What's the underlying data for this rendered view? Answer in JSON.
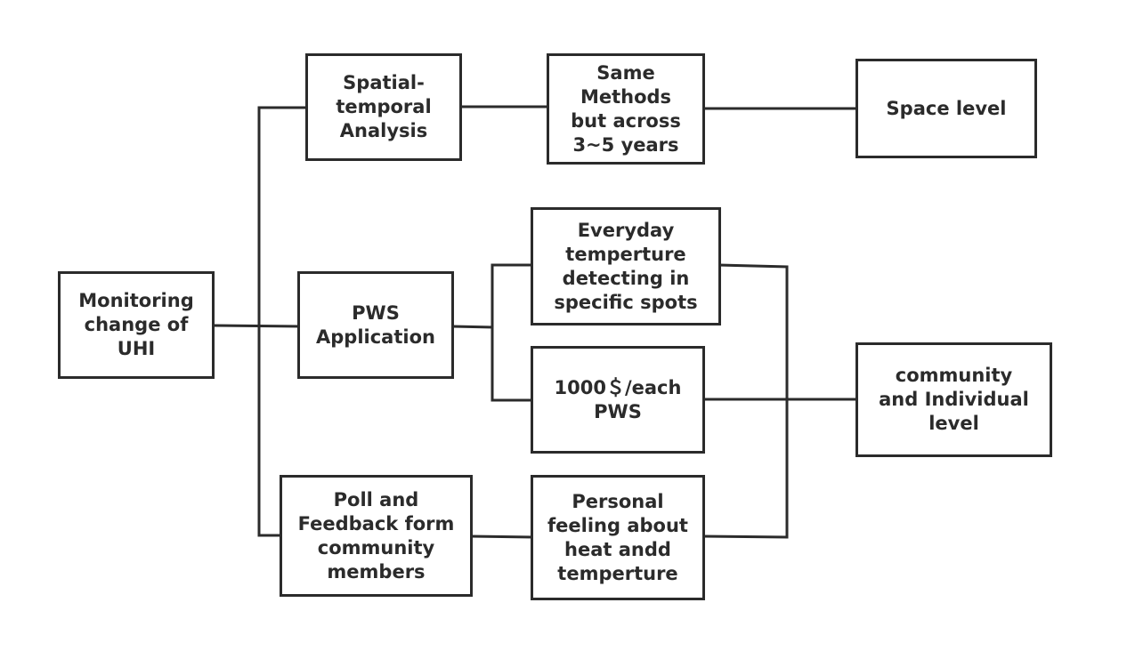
{
  "diagram": {
    "nodes": {
      "monitoring": "Monitoring\nchange of\nUHI",
      "spatial": "Spatial-\ntemporal\nAnalysis",
      "same_methods": "Same\nMethods\nbut across\n3~5 years",
      "space_level": "Space level",
      "pws_app": "PWS\nApplication",
      "everyday": "Everyday\ntemperture\ndetecting  in\nspecific spots",
      "cost": "1000＄/each\nPWS",
      "community_level": "community\nand Individual\nlevel",
      "poll": "Poll and\nFeedback form\ncommunity\nmembers",
      "personal": "Personal\nfeeling about\nheat andd\ntemperture"
    },
    "colors": {
      "stroke": "#2b2b2b",
      "background": "#ffffff"
    }
  }
}
